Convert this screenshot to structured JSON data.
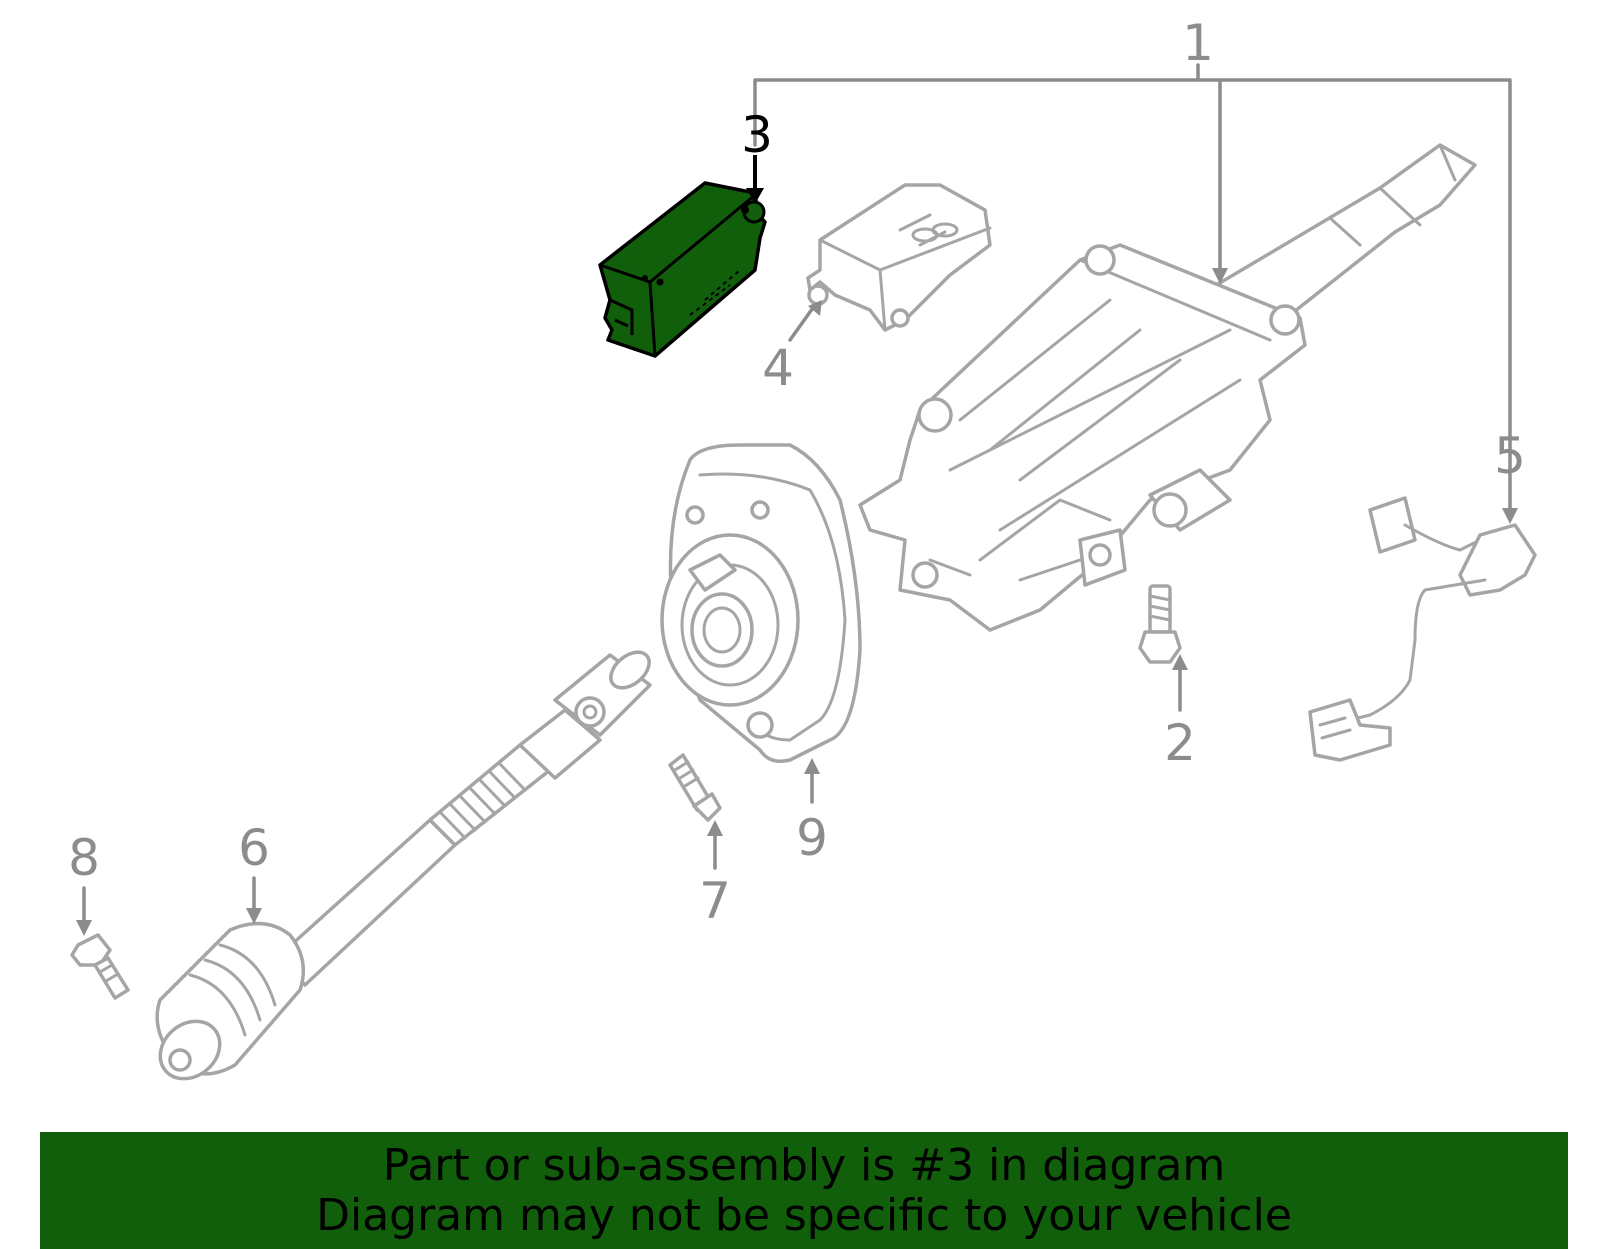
{
  "diagram": {
    "callouts": [
      {
        "id": "1",
        "label": "1"
      },
      {
        "id": "2",
        "label": "2"
      },
      {
        "id": "3",
        "label": "3"
      },
      {
        "id": "4",
        "label": "4"
      },
      {
        "id": "5",
        "label": "5"
      },
      {
        "id": "6",
        "label": "6"
      },
      {
        "id": "7",
        "label": "7"
      },
      {
        "id": "8",
        "label": "8"
      },
      {
        "id": "9",
        "label": "9"
      }
    ],
    "highlighted_part": "3",
    "colors": {
      "highlight_fill": "#115f0b",
      "part_stroke": "#a5a5a5",
      "callout_text": "#8c8c8c",
      "highlight_text": "#000000"
    }
  },
  "banner": {
    "line1": "Part or sub-assembly is #3 in diagram",
    "line2": "Diagram may not be specific to your vehicle",
    "background": "#115f0b"
  }
}
